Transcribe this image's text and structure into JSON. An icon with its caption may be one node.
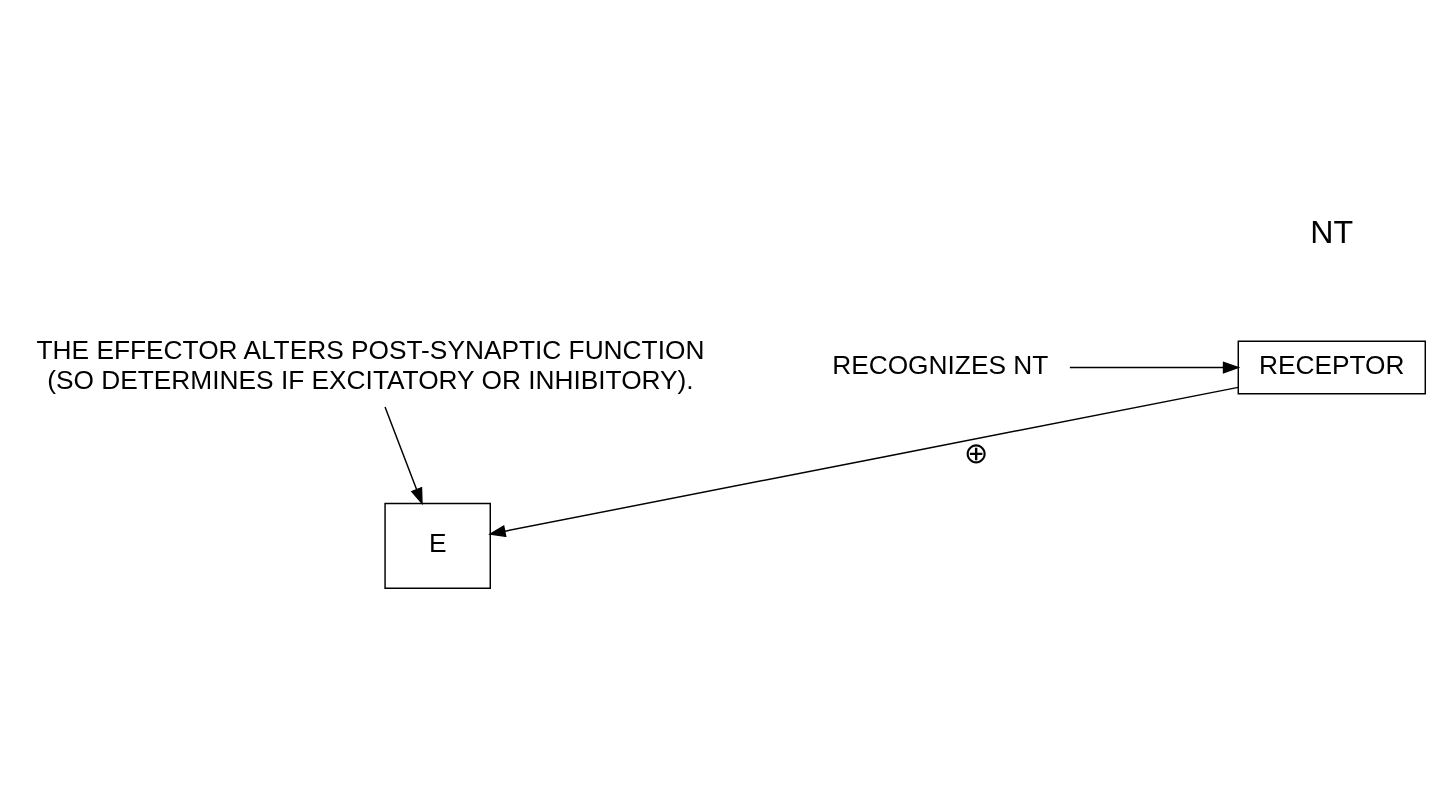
{
  "diagram": {
    "nodes": [
      {
        "text": [
          "RECEPTOR"
        ]
      },
      {
        "text": [
          "E"
        ]
      },
      {
        "text": [
          "RECOGNIZES NT"
        ]
      },
      {
        "text": [
          "THE EFFECTOR ALTERS POST-SYNAPTIC FUNCTION",
          "(SO DETERMINES IF EXCITATORY OR INHIBITORY)."
        ]
      }
    ],
    "edges": [
      {
        "from": 2,
        "to": 0,
        "arrow": "to"
      },
      {
        "from": 0,
        "to": 1,
        "arrow": "to",
        "label": "⊕"
      },
      {
        "from": 3,
        "to": 1,
        "arrow": "to"
      }
    ],
    "labels": [
      "NT"
    ]
  }
}
